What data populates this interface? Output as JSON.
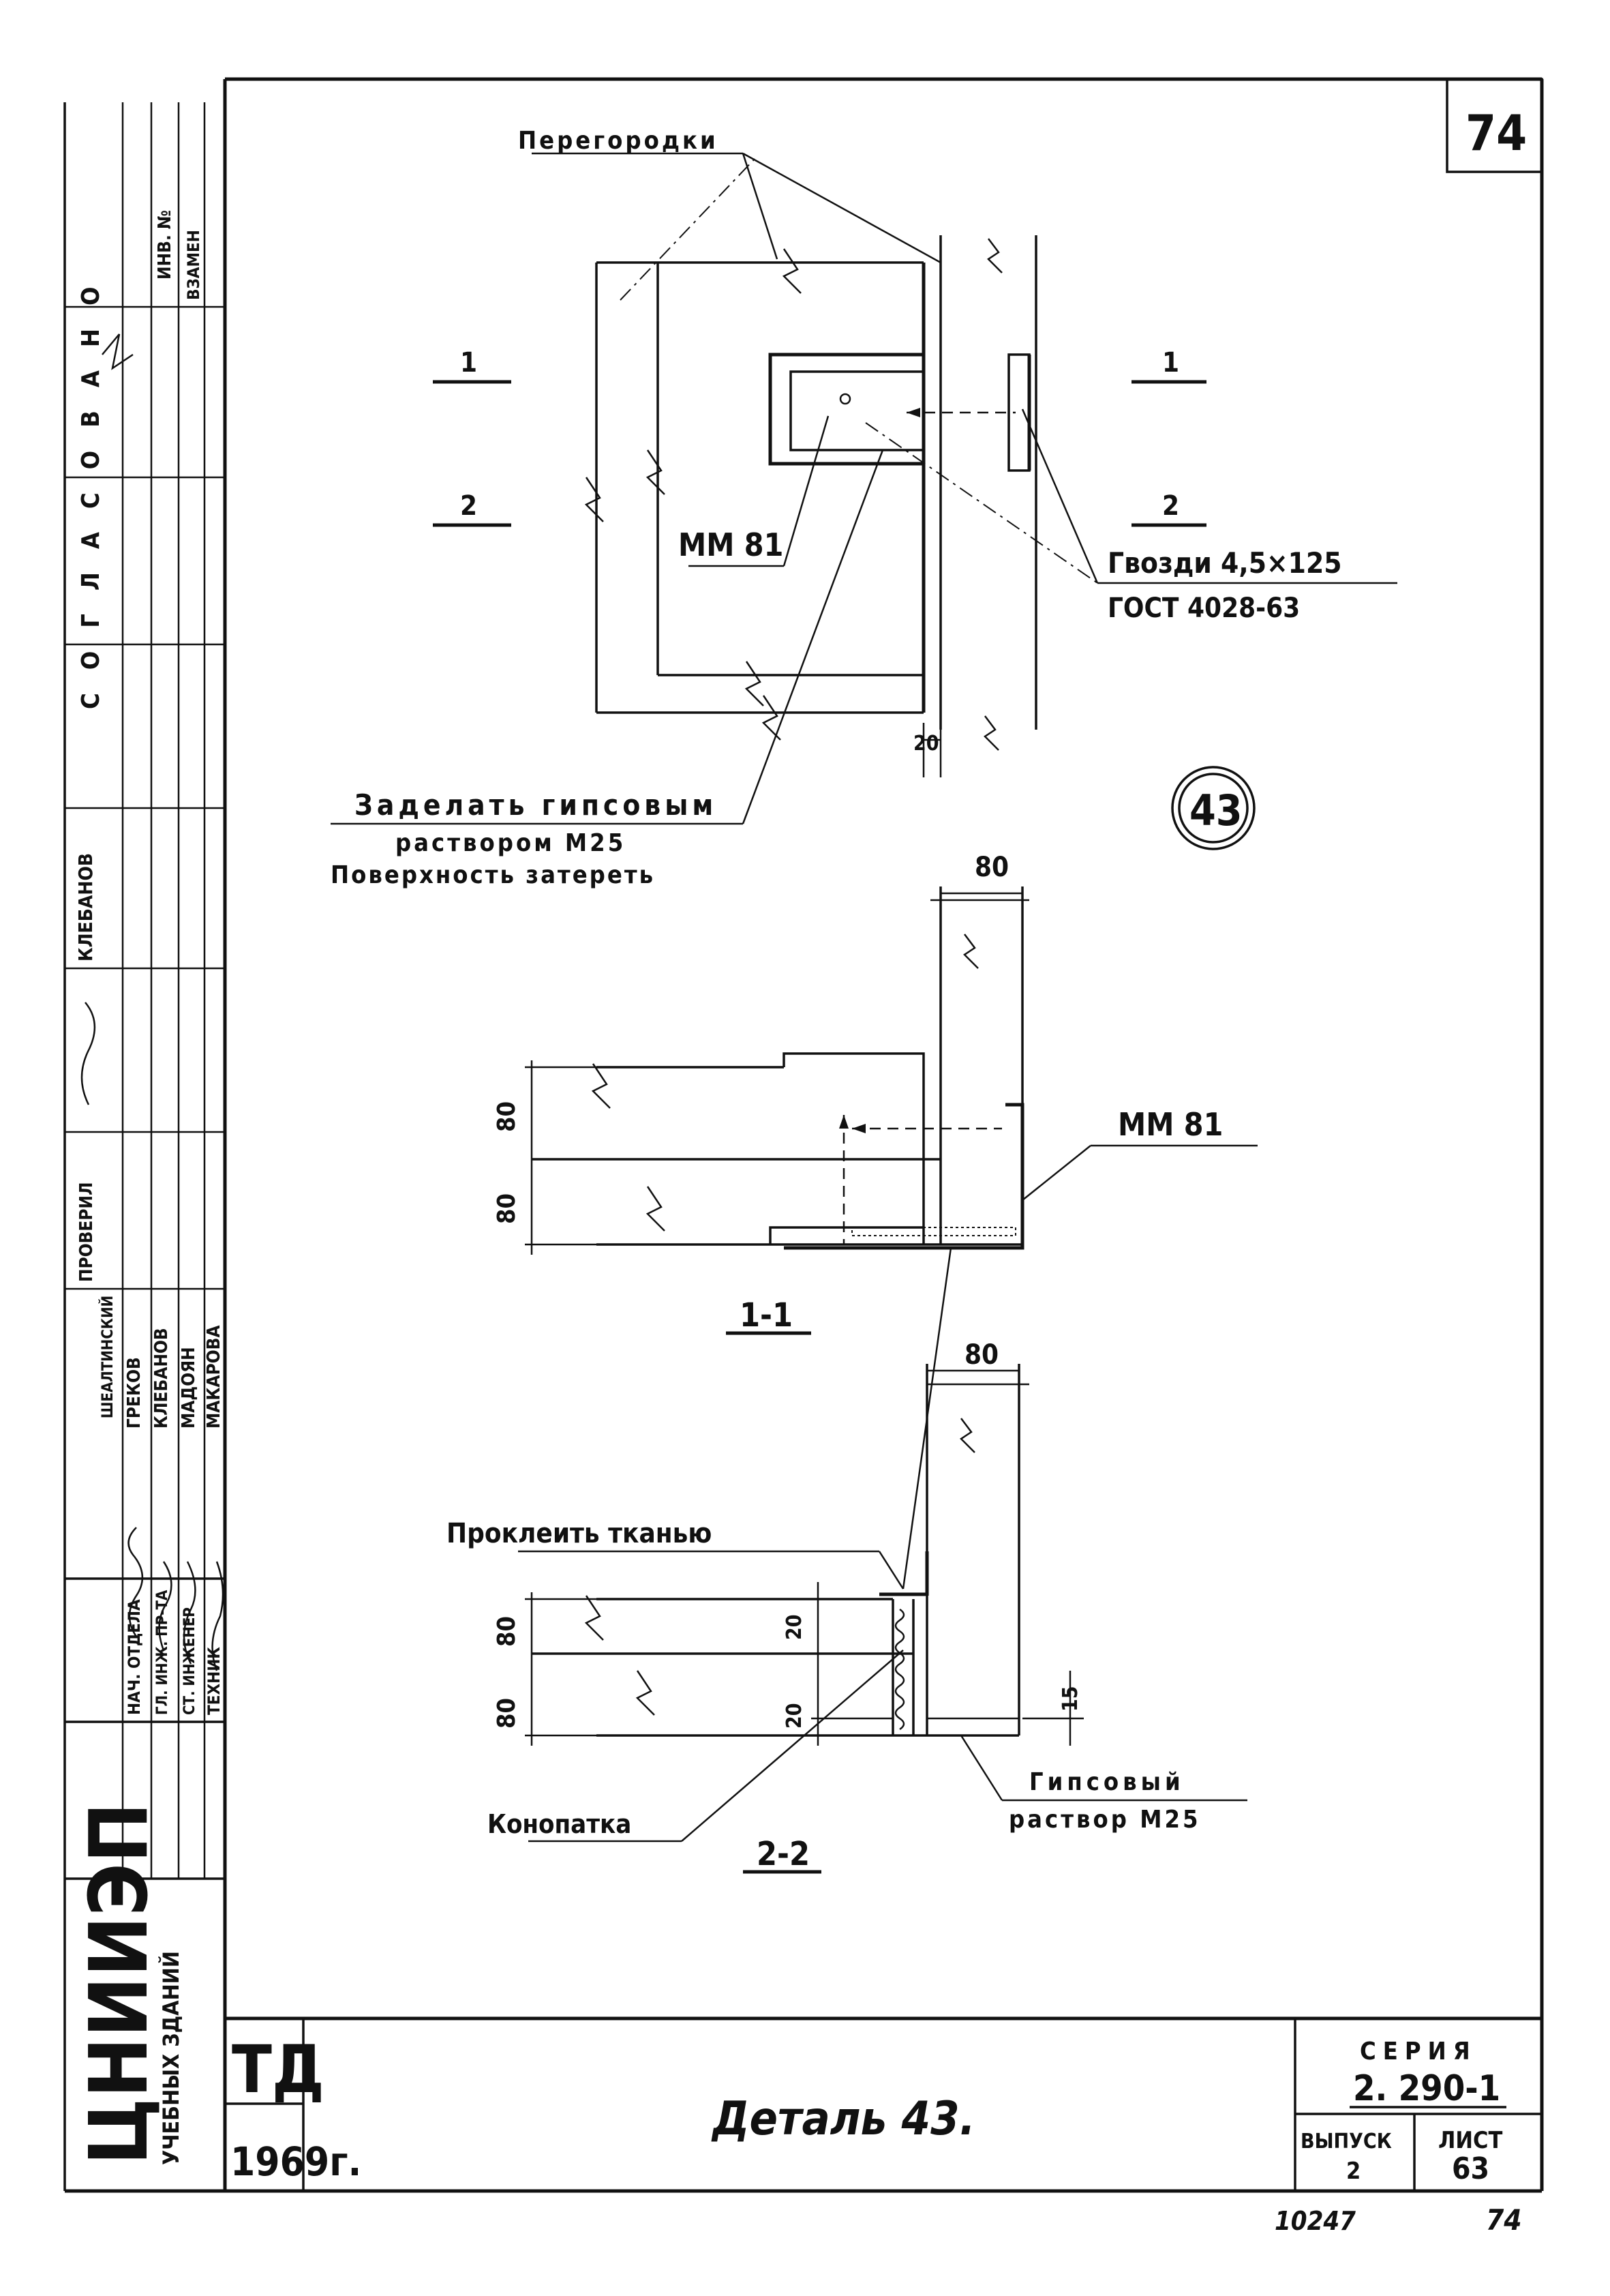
{
  "sheet": {
    "corner_number": "74",
    "detail_marker": "43",
    "title": "Деталь 43.",
    "bottom_left_label": "ТД",
    "year": "1969г.",
    "bottom_code": "10247",
    "bottom_page": "74"
  },
  "stamp": {
    "series_label": "СЕРИЯ",
    "series_value": "2. 290-1",
    "issue_label": "ВЫПУСК",
    "issue_value": "2",
    "sheet_label": "ЛИСТ",
    "sheet_value": "63"
  },
  "org": {
    "name": "ЦНИИЭП",
    "sub": "УЧЕБНЫХ ЗДАНИЙ"
  },
  "side_strip": {
    "agreed": "СОГЛАСОВАНО",
    "inv": "ИНВ. №",
    "replace": "ВЗАМЕН",
    "klebanov": "КЛЕБАНОВ",
    "checked": "ПРОВЕРИЛ"
  },
  "signatures": {
    "roles": [
      "НАЧ. ОТДЕЛА",
      "ГЛ. ИНЖ. ПР-ТА",
      "СТ. ИНЖЕНЕР",
      "ТЕХНИК"
    ],
    "names": [
      "ГРЕКОВ",
      "КЛЕБАНОВ",
      "МАДОЯН",
      "МАКАРОВА"
    ],
    "top_name": "ШЕАЛТИНСКИЙ"
  },
  "plan": {
    "label_partitions": "Перегородки",
    "cut1": "1",
    "cut2": "2",
    "mm81": "ММ 81",
    "nails_line1": "Гвозди 4,5×125",
    "nails_line2": "ГОСТ 4028-63",
    "dim_20": "20",
    "note_line1": "Заделать гипсовым",
    "note_line2": "раствором М25",
    "note_line3": "Поверхность затереть"
  },
  "section1": {
    "dim_top": "80",
    "dim_a": "80",
    "dim_b": "80",
    "mm81": "ММ 81",
    "label": "1-1"
  },
  "section2": {
    "dim_top": "80",
    "dim_a": "80",
    "dim_b": "80",
    "dim_20a": "20",
    "dim_20b": "20",
    "dim_15": "15",
    "tape": "Проклеить тканью",
    "caulk": "Конопатка",
    "gypsum_line1": "Гипсовый",
    "gypsum_line2": "раствор М25",
    "label": "2-2"
  }
}
